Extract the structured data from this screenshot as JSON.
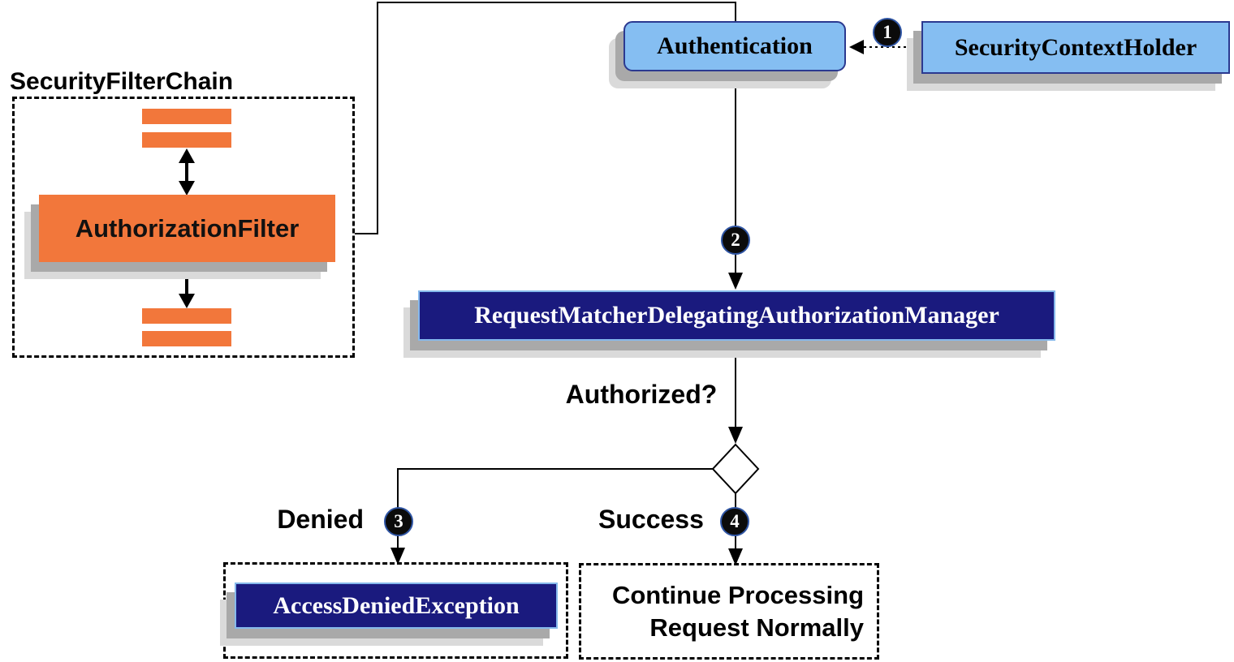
{
  "colors": {
    "orange": "#F2773B",
    "light_blue": "#85BEF2",
    "navy": "#1A1A7E",
    "box_border_blue": "#2B3990",
    "navy_border": "#86B9EC",
    "shadow_dark": "#A9A9A9",
    "shadow_light": "#DADADA",
    "line": "#000000"
  },
  "filter_chain": {
    "title": "SecurityFilterChain",
    "filter_label": "AuthorizationFilter"
  },
  "nodes": {
    "authentication": "Authentication",
    "security_context_holder": "SecurityContextHolder",
    "authorization_manager": "RequestMatcherDelegatingAuthorizationManager",
    "access_denied_exception": "AccessDeniedException",
    "continue_processing_line1": "Continue Processing",
    "continue_processing_line2": "Request Normally"
  },
  "labels": {
    "authorized": "Authorized?",
    "denied": "Denied",
    "success": "Success"
  },
  "steps": [
    {
      "number": "1"
    },
    {
      "number": "2"
    },
    {
      "number": "3"
    },
    {
      "number": "4"
    }
  ]
}
